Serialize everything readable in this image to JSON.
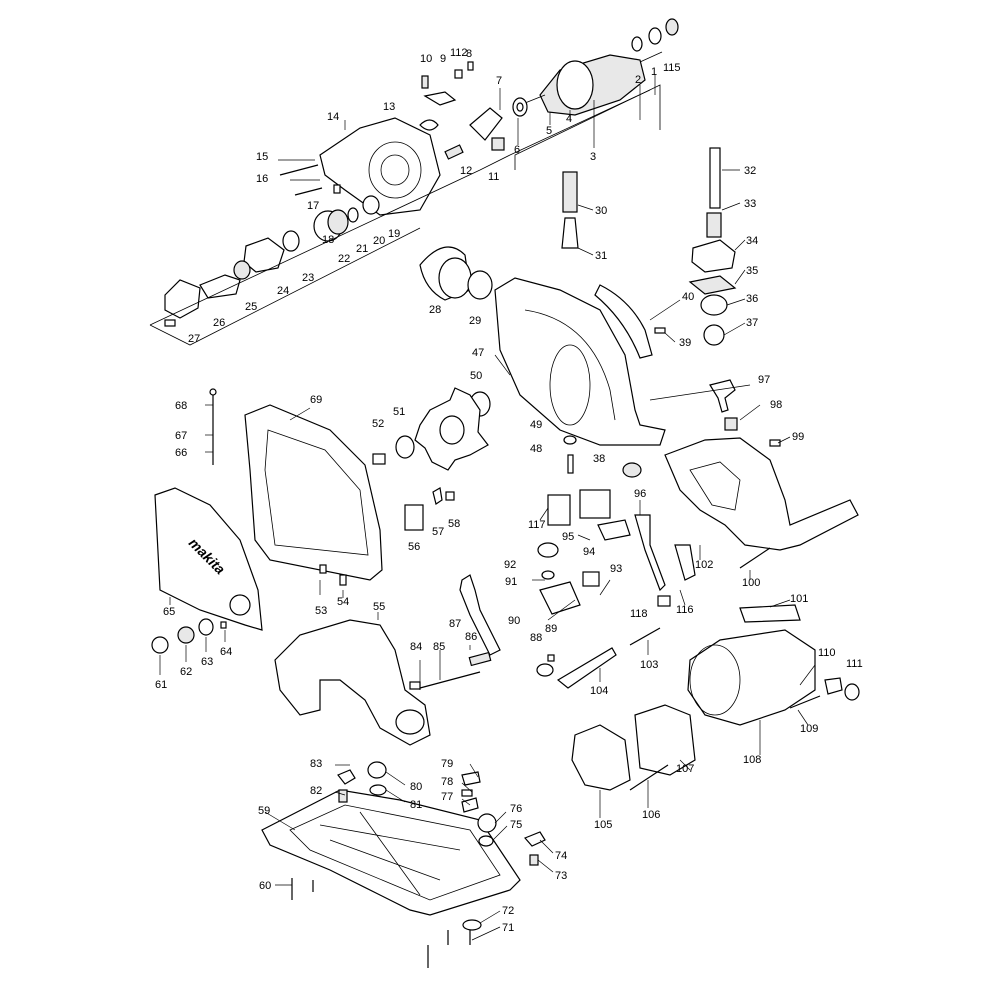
{
  "diagram": {
    "brand_label": "makita",
    "part_numbers": [
      "1",
      "2",
      "3",
      "4",
      "5",
      "6",
      "7",
      "8",
      "9",
      "10",
      "11",
      "12",
      "13",
      "14",
      "15",
      "16",
      "17",
      "18",
      "19",
      "20",
      "21",
      "22",
      "23",
      "24",
      "25",
      "26",
      "27",
      "28",
      "29",
      "30",
      "31",
      "32",
      "33",
      "34",
      "35",
      "36",
      "37",
      "38",
      "39",
      "40",
      "47",
      "48",
      "49",
      "50",
      "51",
      "52",
      "53",
      "54",
      "55",
      "56",
      "57",
      "58",
      "59",
      "60",
      "61",
      "62",
      "63",
      "64",
      "65",
      "66",
      "67",
      "68",
      "69",
      "71",
      "72",
      "73",
      "74",
      "75",
      "76",
      "77",
      "78",
      "79",
      "80",
      "81",
      "82",
      "83",
      "84",
      "85",
      "86",
      "87",
      "88",
      "89",
      "90",
      "91",
      "92",
      "93",
      "94",
      "95",
      "96",
      "97",
      "98",
      "99",
      "100",
      "101",
      "102",
      "103",
      "104",
      "105",
      "106",
      "107",
      "108",
      "109",
      "110",
      "111",
      "112",
      "115",
      "116",
      "117",
      "118"
    ]
  }
}
